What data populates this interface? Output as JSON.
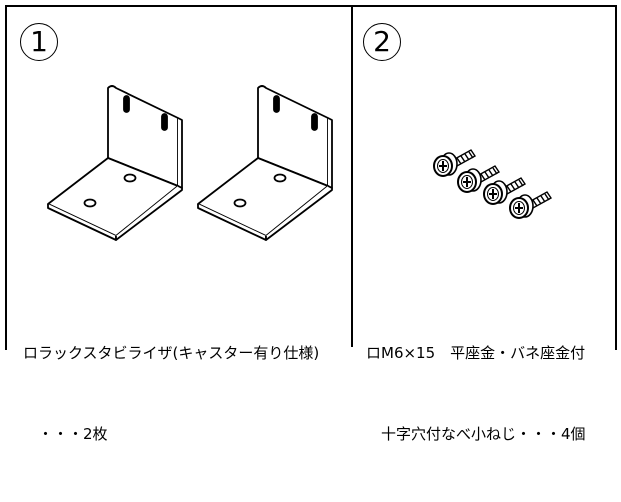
{
  "item_1": {
    "number": "1",
    "caption_line1": "ロラックスタビライザ(キャスター有り仕様)",
    "caption_line2": "　・・・2枚"
  },
  "item_2": {
    "number": "2",
    "caption_line1": "ロM6×15　平座金・バネ座金付",
    "caption_line2": "　十字穴付なべ小ねじ・・・4個"
  }
}
